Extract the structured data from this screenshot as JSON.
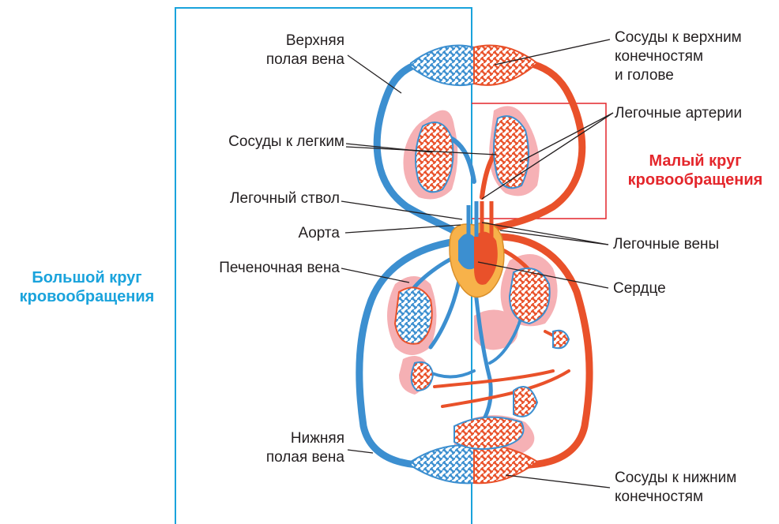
{
  "colors": {
    "arterial": "#e9512a",
    "venous": "#3c8fd0",
    "tissue": "#f4a3a8",
    "heart_fat": "#f7b24a",
    "systemic_frame": "#1aa3dc",
    "pulmonary_frame": "#e4262b",
    "leader": "#231f20"
  },
  "titles": {
    "systemic": "Большой круг\nкровообращения",
    "pulmonary": "Малый круг\nкровообращения"
  },
  "labels": {
    "superior_vena_cava": "Верхняя\nполая вена",
    "lung_vessels": "Сосуды к легким",
    "pulmonary_trunk": "Легочный ствол",
    "aorta": "Аорта",
    "hepatic_vein": "Печеночная вена",
    "inferior_vena_cava": "Нижняя\nполая вена",
    "upper_limb_vessels": "Сосуды к верхним\nконечностям\nи голове",
    "pulmonary_arteries": "Легочные артерии",
    "pulmonary_veins": "Легочные вены",
    "heart": "Сердце",
    "lower_limb_vessels": "Сосуды к нижним\nконечностям"
  }
}
